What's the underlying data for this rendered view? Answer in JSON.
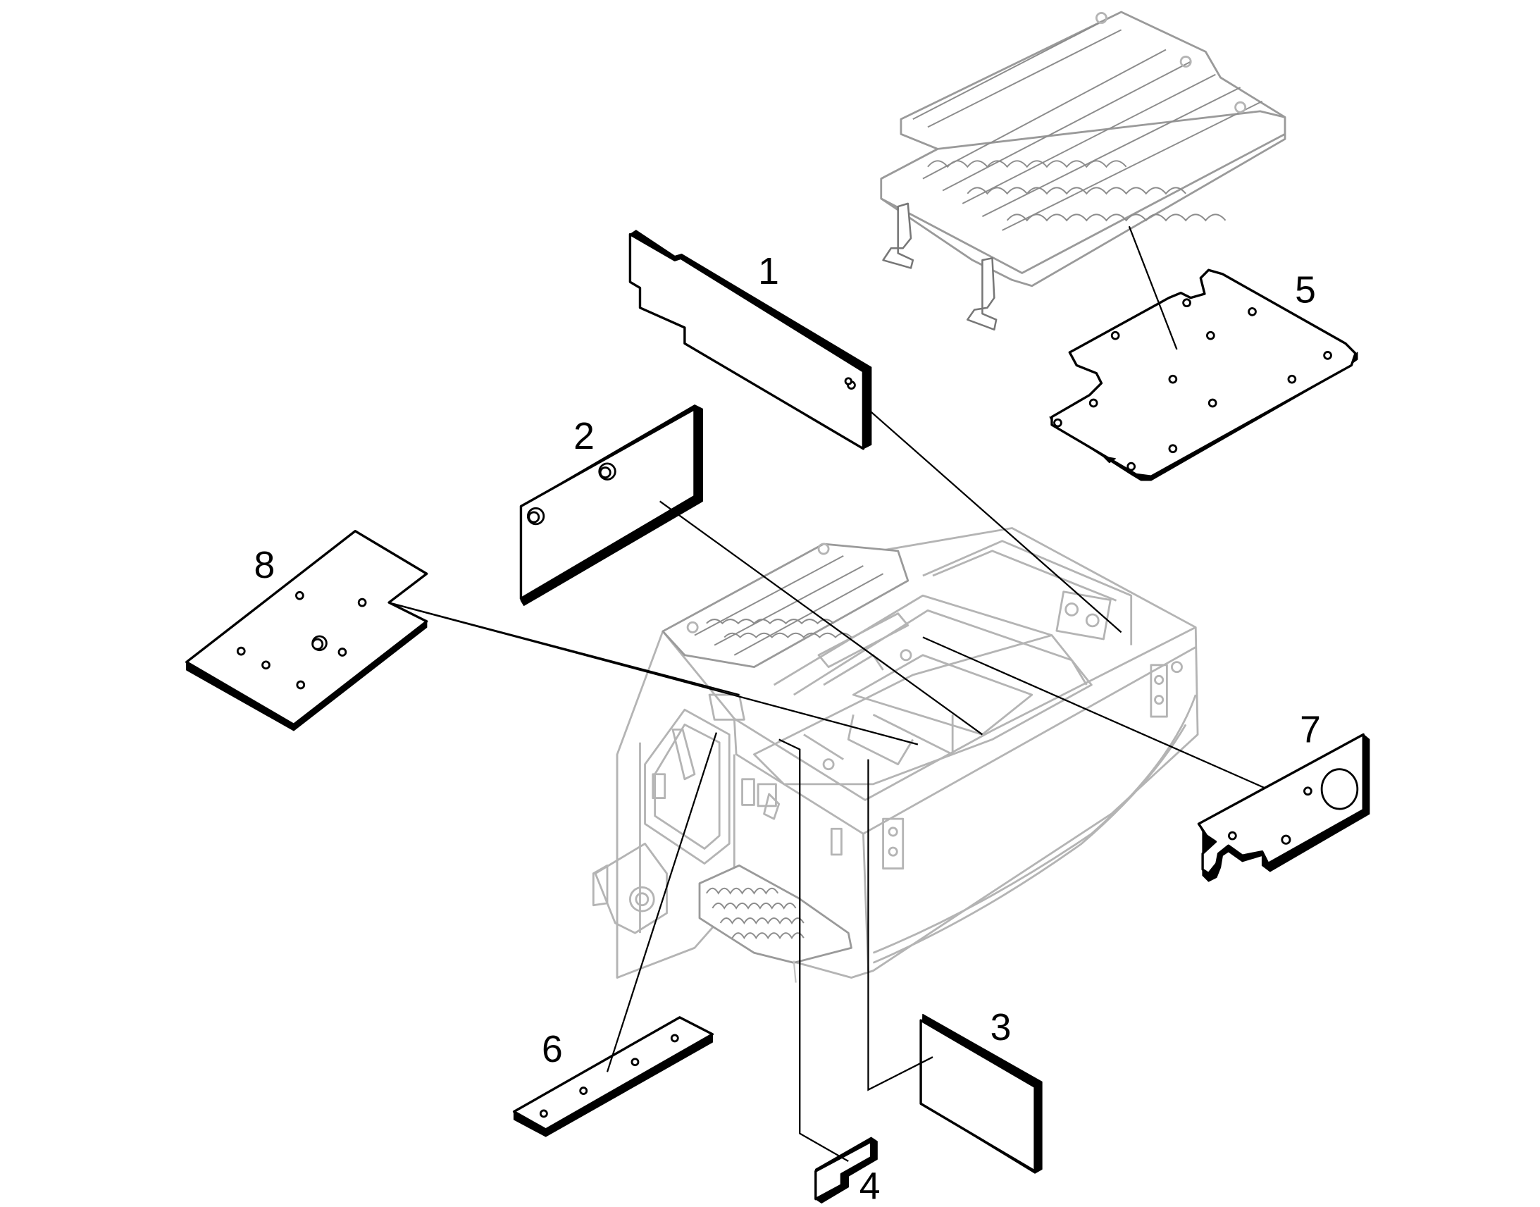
{
  "callouts": [
    {
      "id": "1",
      "text": "1"
    },
    {
      "id": "2",
      "text": "2"
    },
    {
      "id": "3",
      "text": "3"
    },
    {
      "id": "4",
      "text": "4"
    },
    {
      "id": "5",
      "text": "5"
    },
    {
      "id": "6",
      "text": "6"
    },
    {
      "id": "7",
      "text": "7"
    },
    {
      "id": "8",
      "text": "8"
    }
  ],
  "colors": {
    "part_outline": "#000000",
    "housing_outline": "#b4b4b4",
    "background": "#ffffff"
  }
}
